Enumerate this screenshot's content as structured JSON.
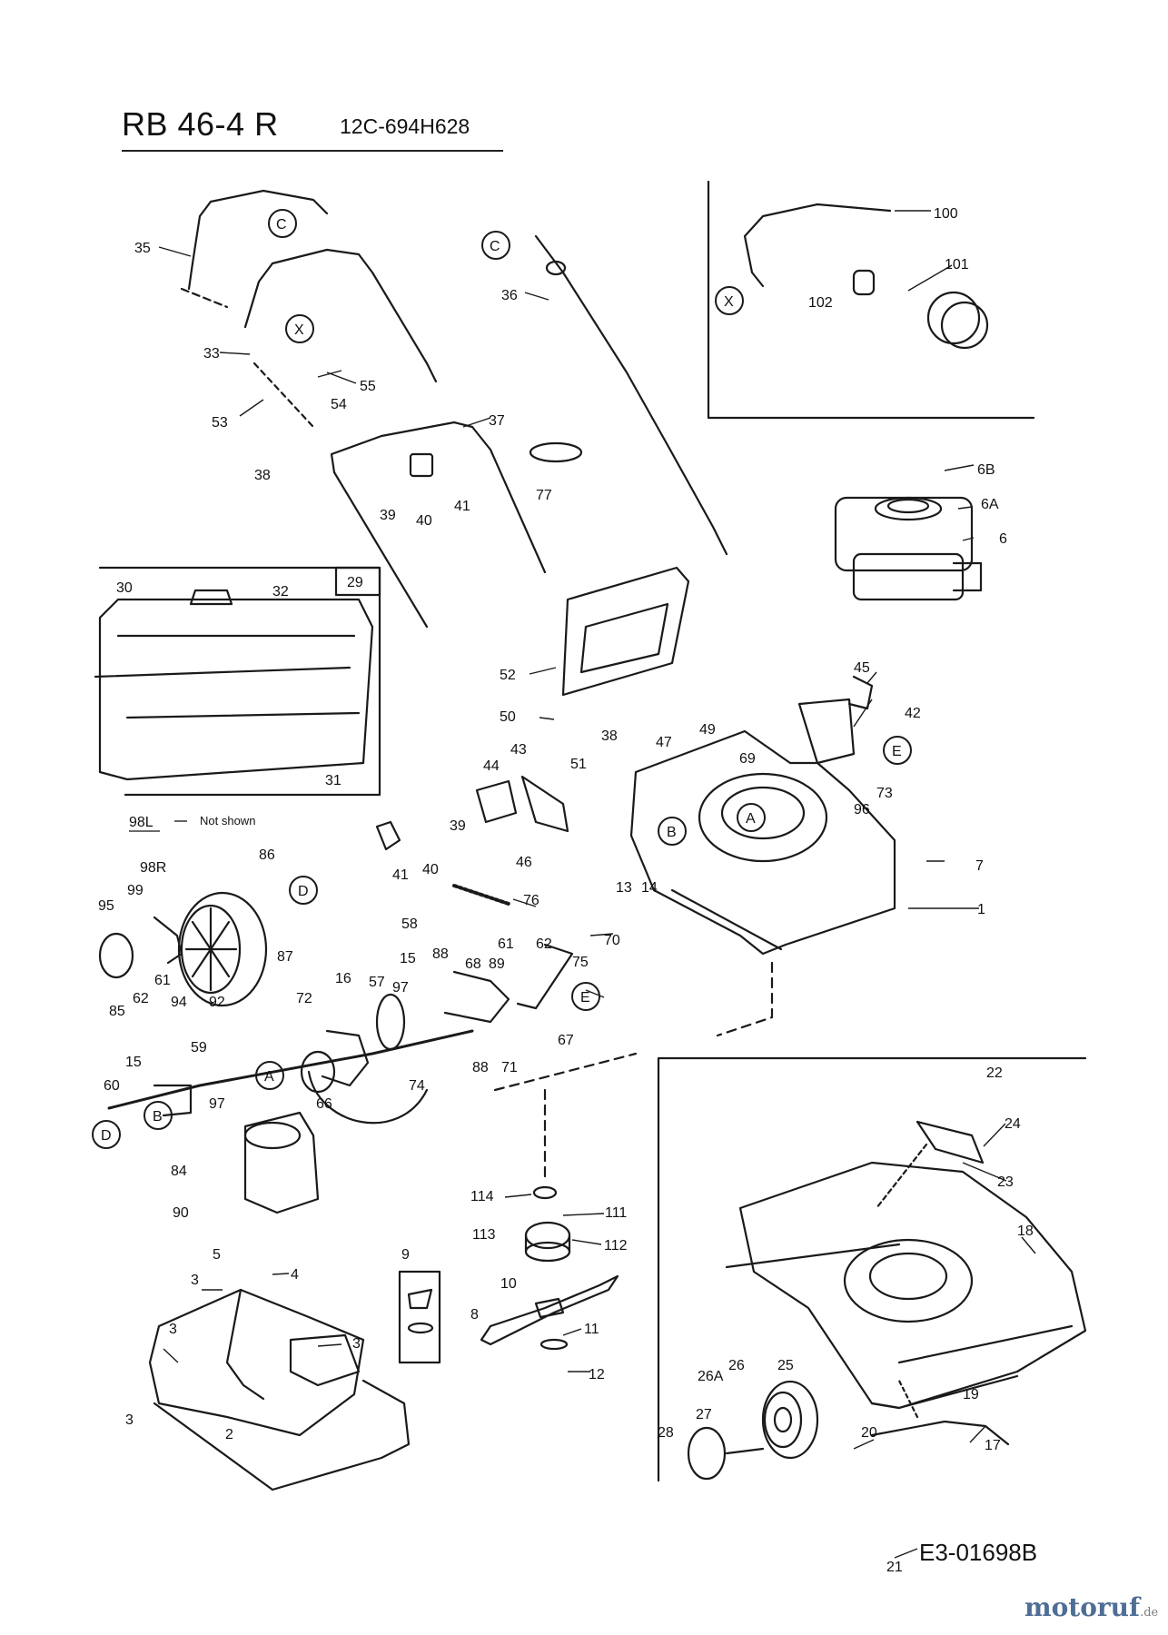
{
  "title": "RB 46-4 R",
  "model_number": "12C-694H628",
  "doc_ref": "E3-01698B",
  "brand": {
    "name": "motoruf",
    "suffix": ".de",
    "color": "#4f6e95"
  },
  "note": {
    "code": "98L",
    "text": "Not shown"
  },
  "inset_box_label": "29",
  "part_labels": [
    "100",
    "101",
    "102",
    "35",
    "33",
    "36",
    "53",
    "54",
    "55",
    "38",
    "37",
    "77",
    "39",
    "40",
    "41",
    "6B",
    "6A",
    "6",
    "30",
    "32",
    "31",
    "45",
    "42",
    "52",
    "50",
    "38",
    "51",
    "43",
    "44",
    "47",
    "49",
    "69",
    "73",
    "96",
    "7",
    "1",
    "13",
    "14",
    "41",
    "40",
    "39",
    "46",
    "76",
    "86",
    "98R",
    "99",
    "95",
    "85",
    "61",
    "62",
    "94",
    "92",
    "87",
    "58",
    "88",
    "68",
    "89",
    "61",
    "62",
    "70",
    "75",
    "67",
    "15",
    "97",
    "57",
    "16",
    "72",
    "74",
    "88",
    "71",
    "59",
    "15",
    "60",
    "97",
    "66",
    "84",
    "90",
    "22",
    "24",
    "23",
    "18",
    "114",
    "111",
    "113",
    "112",
    "9",
    "10",
    "8",
    "11",
    "12",
    "5",
    "4",
    "3",
    "3",
    "3",
    "3",
    "2",
    "26",
    "26A",
    "25",
    "28",
    "27",
    "20",
    "19",
    "17",
    "21"
  ],
  "callouts": [
    "C",
    "C",
    "X",
    "X",
    "E",
    "E",
    "A",
    "A",
    "B",
    "B",
    "D",
    "D"
  ]
}
